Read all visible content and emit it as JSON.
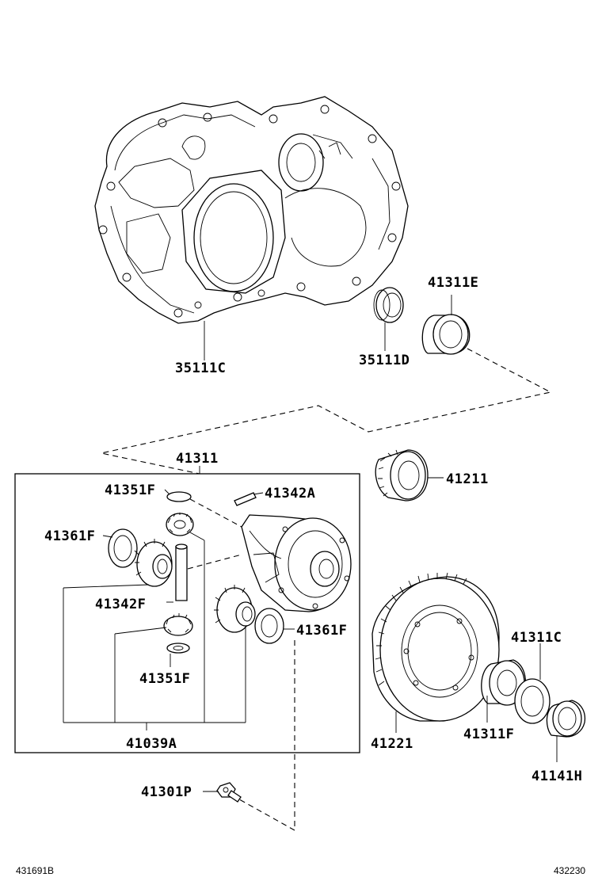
{
  "labels": {
    "p35111C": "35111C",
    "p35111D": "35111D",
    "p41311E": "41311E",
    "p41311": "41311",
    "p41211": "41211",
    "p41351F_top": "41351F",
    "p41342A": "41342A",
    "p41361F_left": "41361F",
    "p41342F": "41342F",
    "p41361F_right": "41361F",
    "p41351F_bottom": "41351F",
    "p41039A": "41039A",
    "p41311C": "41311C",
    "p41221": "41221",
    "p41311F": "41311F",
    "p41141H": "41141H",
    "p41301P": "41301P"
  },
  "footer": {
    "left_code": "431691B",
    "right_code": "432230"
  }
}
